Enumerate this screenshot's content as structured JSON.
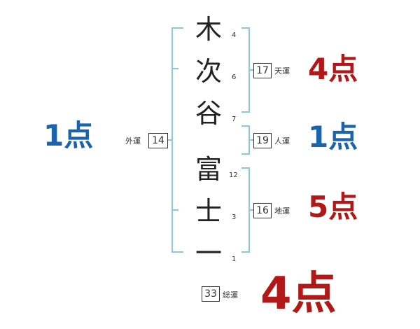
{
  "name_chars": [
    {
      "char": "木",
      "strokes": "4"
    },
    {
      "char": "次",
      "strokes": "6"
    },
    {
      "char": "谷",
      "strokes": "7"
    },
    {
      "char": "富",
      "strokes": "12"
    },
    {
      "char": "士",
      "strokes": "3"
    },
    {
      "char": "一",
      "strokes": "1"
    }
  ],
  "gaiun": {
    "label": "外運",
    "value": "14",
    "score": "1点"
  },
  "tenun": {
    "label": "天運",
    "value": "17",
    "score": "4点"
  },
  "jinun": {
    "label": "人運",
    "value": "19",
    "score": "1点"
  },
  "chiun": {
    "label": "地運",
    "value": "16",
    "score": "5点"
  },
  "souun": {
    "label": "総運",
    "value": "33",
    "score": "4点"
  },
  "colors": {
    "bracket": "#8fc7e3",
    "good": "#b21818",
    "bad": "#1b63ad"
  }
}
